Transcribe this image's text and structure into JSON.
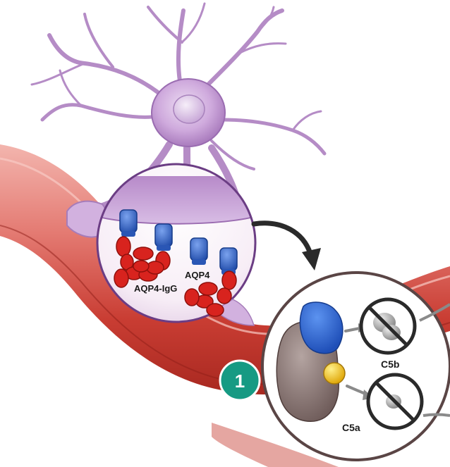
{
  "labels": {
    "aqp4": "AQP4",
    "aqp4_igg": "AQP4-IgG",
    "c5b": "C5b",
    "c5a": "C5a",
    "step_number": "1"
  },
  "colors": {
    "vessel_outer": "#e58a86",
    "vessel_inner": "#c8302b",
    "astrocyte": "#c9a3d6",
    "astrocyte_outline": "#8e5aa8",
    "aqp4_channel": "#2f62c9",
    "antibody": "#d8231e",
    "badge": "#169a83",
    "c5_complex": "#8e7a78",
    "complement_blue": "#2d6be0",
    "complement_yellow": "#f2c418",
    "fragment_grey": "#a8a8a8"
  }
}
